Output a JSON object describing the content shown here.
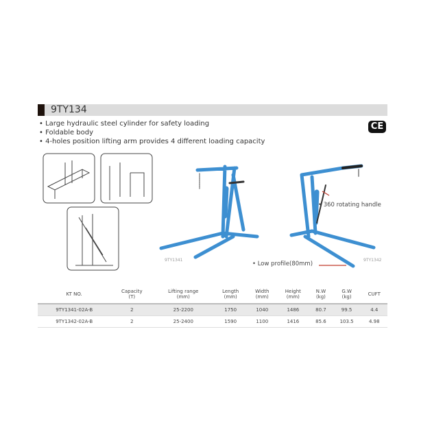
{
  "header": {
    "model": "9TY134"
  },
  "features": [
    "Large hydraulic steel cylinder for safety loading",
    "Foldable body",
    "4-holes position lifting arm provides 4 different loading capacity"
  ],
  "badge": "CE",
  "images": {
    "label_left": "9TY1341",
    "label_right": "9TY1342",
    "callout_handle": "• 360 rotating handle",
    "callout_profile": "• Low profile(80mm)",
    "colors": {
      "crane": "#3d8fd1",
      "arrow": "#c0392b"
    }
  },
  "table": {
    "headers": [
      [
        "KT NO.",
        ""
      ],
      [
        "Capacity",
        "(T)"
      ],
      [
        "Lifting range",
        "(mm)"
      ],
      [
        "Length",
        "(mm)"
      ],
      [
        "Width",
        "(mm)"
      ],
      [
        "Height",
        "(mm)"
      ],
      [
        "N.W",
        "(kg)"
      ],
      [
        "G.W",
        "(kg)"
      ],
      [
        "CUFT",
        ""
      ]
    ],
    "rows": [
      [
        "9TY1341-02A-B",
        "2",
        "25-2200",
        "1750",
        "1040",
        "1486",
        "80.7",
        "99.5",
        "4.4"
      ],
      [
        "9TY1342-02A-B",
        "2",
        "25-2400",
        "1590",
        "1100",
        "1416",
        "85.6",
        "103.5",
        "4.98"
      ]
    ]
  }
}
